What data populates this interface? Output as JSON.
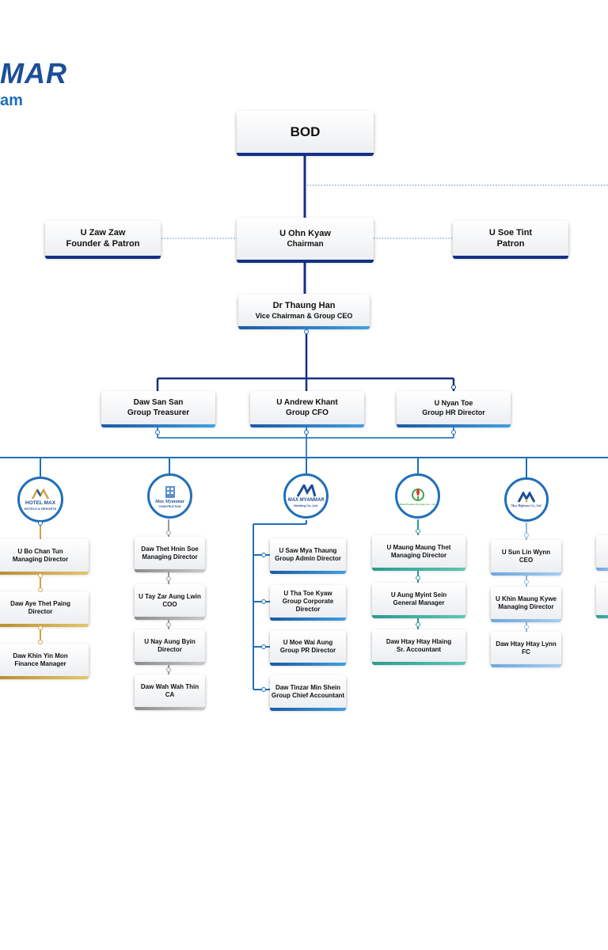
{
  "brand": {
    "line1": "MAR",
    "line2": "am"
  },
  "bod": {
    "label": "BOD"
  },
  "founder": {
    "name": "U Zaw Zaw",
    "title": "Founder & Patron"
  },
  "chairman": {
    "name": "U Ohn Kyaw",
    "title": "Chairman"
  },
  "patron": {
    "name": "U Soe Tint",
    "title": "Patron"
  },
  "vice_chairman": {
    "name": "Dr Thaung Han",
    "title": "Vice Chairman & Group CEO"
  },
  "execs": [
    {
      "name": "Daw San San",
      "title": "Group Treasurer"
    },
    {
      "name": "U Andrew Khant",
      "title": "Group CFO"
    },
    {
      "name": "U Nyan Toe",
      "title": "Group HR Director"
    }
  ],
  "companies": {
    "hotel": {
      "logo_text": "HOTEL MAX",
      "logo_sub": "HOTELS & RESORTS",
      "icon": "hotel-max-logo"
    },
    "construction": {
      "logo_text": "Max Myanmar",
      "logo_sub": "CONSTRUCTION",
      "icon": "max-myanmar-construction-logo"
    },
    "holding": {
      "logo_text": "MAX MYANMAR",
      "logo_sub": "Holding Co.,Ltd.",
      "icon": "max-myanmar-holding-logo"
    },
    "agro": {
      "logo_text": "Shwe Pyanne Pro Agro Co., Ltd.",
      "icon": "agro-leaf-logo"
    },
    "highway": {
      "logo_text": "Max Highway Co., Ltd.",
      "icon": "max-highway-logo"
    }
  },
  "hotel_staff": [
    {
      "name": "U Bo Chan Tun",
      "title": "Managing Director"
    },
    {
      "name": "Daw Aye Thet Paing",
      "title": "Director"
    },
    {
      "name": "Daw Khin Yin Mon",
      "title": "Finance Manager"
    }
  ],
  "construction_staff": [
    {
      "name": "Daw Thet Hnin Soe",
      "title": "Managing Director"
    },
    {
      "name": "U Tay Zar Aung Lwin",
      "title": "COO"
    },
    {
      "name": "U Nay Aung Byin",
      "title": "Director"
    },
    {
      "name": "Daw Wah Wah Thin",
      "title": "CA"
    }
  ],
  "holding_staff": [
    {
      "name": "U Saw Mya Thaung",
      "title": "Group Admin Director"
    },
    {
      "name": "U Tha Toe Kyaw",
      "title": "Group Corporate Director"
    },
    {
      "name": "U Moe Wai Aung",
      "title": "Group PR Director"
    },
    {
      "name": "Daw Tinzar Min Shein",
      "title": "Group Chief Accountant"
    }
  ],
  "agro_staff": [
    {
      "name": "U Maung Maung Thet",
      "title": "Managing Director"
    },
    {
      "name": "U Aung Myint Sein",
      "title": "General Manager"
    },
    {
      "name": "Daw Htay Htay Hlaing",
      "title": "Sr. Accountant"
    }
  ],
  "highway_staff": [
    {
      "name": "U Sun Lin Wynn",
      "title": "CEO"
    },
    {
      "name": "U Khin Maung Kywe",
      "title": "Managing Director"
    },
    {
      "name": "Daw Htay Htay Lynn",
      "title": "FC"
    }
  ],
  "colors": {
    "navy": "#142f86",
    "blue": "#1f6fb8",
    "gold": "#c9a44a",
    "gray": "#999999",
    "teal": "#2b9b8e",
    "light_blue": "#8dbbe6"
  }
}
